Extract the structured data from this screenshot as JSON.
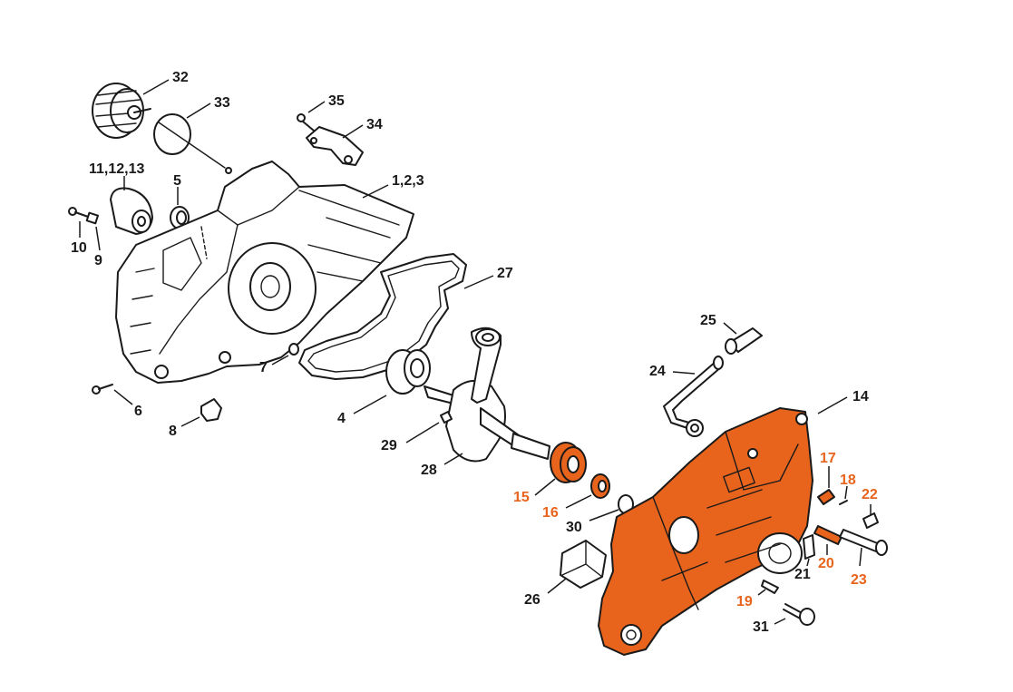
{
  "colors": {
    "line": "#1a1a1a",
    "highlight": "#e8641c",
    "background": "#ffffff"
  },
  "labels": {
    "p32": "32",
    "p33": "33",
    "p35": "35",
    "p34": "34",
    "p11_12_13": "11,12,13",
    "p5": "5",
    "p1_2_3": "1,2,3",
    "p10": "10",
    "p9": "9",
    "p27": "27",
    "p25": "25",
    "p24": "24",
    "p7": "7",
    "p14": "14",
    "p6": "6",
    "p4": "4",
    "p8": "8",
    "p29": "29",
    "p17": "17",
    "p18": "18",
    "p22": "22",
    "p28": "28",
    "p15": "15",
    "p16": "16",
    "p30": "30",
    "p21": "21",
    "p20": "20",
    "p23": "23",
    "p26": "26",
    "p19": "19",
    "p31": "31"
  }
}
